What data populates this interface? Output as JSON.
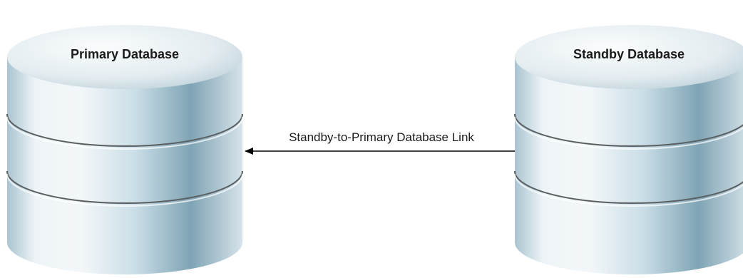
{
  "primary_database": {
    "label": "Primary Database"
  },
  "standby_database": {
    "label": "Standby Database"
  },
  "link": {
    "label": "Standby-to-Primary Database Link",
    "direction": "standby-to-primary"
  },
  "colors": {
    "cylinder_light": "#eef4f7",
    "cylinder_mid": "#c9dde6",
    "cylinder_dark": "#7fa4b5",
    "top_light": "#f7fafb",
    "top_dark": "#b7ccd6",
    "band": "#5a5f62",
    "arrow": "#000000"
  }
}
